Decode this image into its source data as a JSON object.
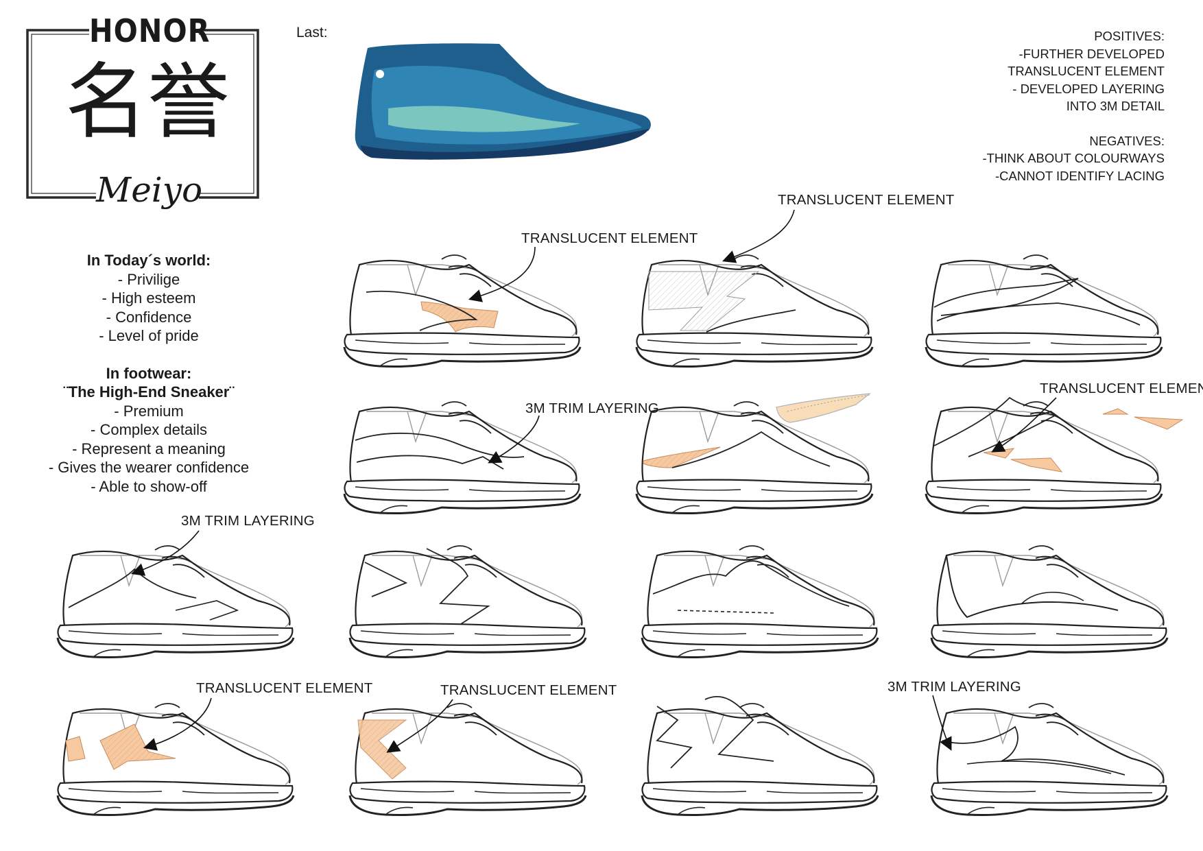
{
  "logo": {
    "title": "HONOR",
    "kanji": "名誉",
    "romaji": "Meiyo"
  },
  "last": {
    "label": "Last:",
    "colors": {
      "deep": "#1f5f8e",
      "mid": "#2f86b4",
      "light": "#7cc6c0",
      "dark": "#163a63"
    }
  },
  "notes": {
    "positives_heading": "POSITIVES:",
    "positives": [
      "-FURTHER DEVELOPED",
      "TRANSLUCENT ELEMENT",
      "- DEVELOPED LAYERING",
      "INTO 3M DETAIL"
    ],
    "negatives_heading": "NEGATIVES:",
    "negatives": [
      "-THINK ABOUT COLOURWAYS",
      "-CANNOT IDENTIFY LACING"
    ]
  },
  "concept": {
    "today_heading": "In Today´s world:",
    "today_items": [
      "- Privilige",
      "- High esteem",
      "- Confidence",
      "- Level of pride"
    ],
    "footwear_heading": "In footwear:",
    "footwear_subheading": "¨The High-End Sneaker¨",
    "footwear_items": [
      "-  Premium",
      "- Complex details",
      "- Represent a meaning",
      "- Gives the wearer confidence",
      "- Able to show-off"
    ]
  },
  "annotations": {
    "a1": "TRANSLUCENT ELEMENT",
    "a2": "TRANSLUCENT ELEMENT",
    "a3": "3M TRIM LAYERING",
    "a4": "TRANSLUCENT ELEMENT",
    "a5": "3M TRIM LAYERING",
    "a6": "TRANSLUCENT ELEMENT",
    "a7": "TRANSLUCENT ELEMENT",
    "a8": "3M TRIM LAYERING"
  },
  "sketch_style": {
    "line_color": "#222222",
    "guide_color": "#9a9a9a",
    "translucent_fill": "#f6c9a0",
    "translucent_fill_light": "#f8ddb8"
  }
}
